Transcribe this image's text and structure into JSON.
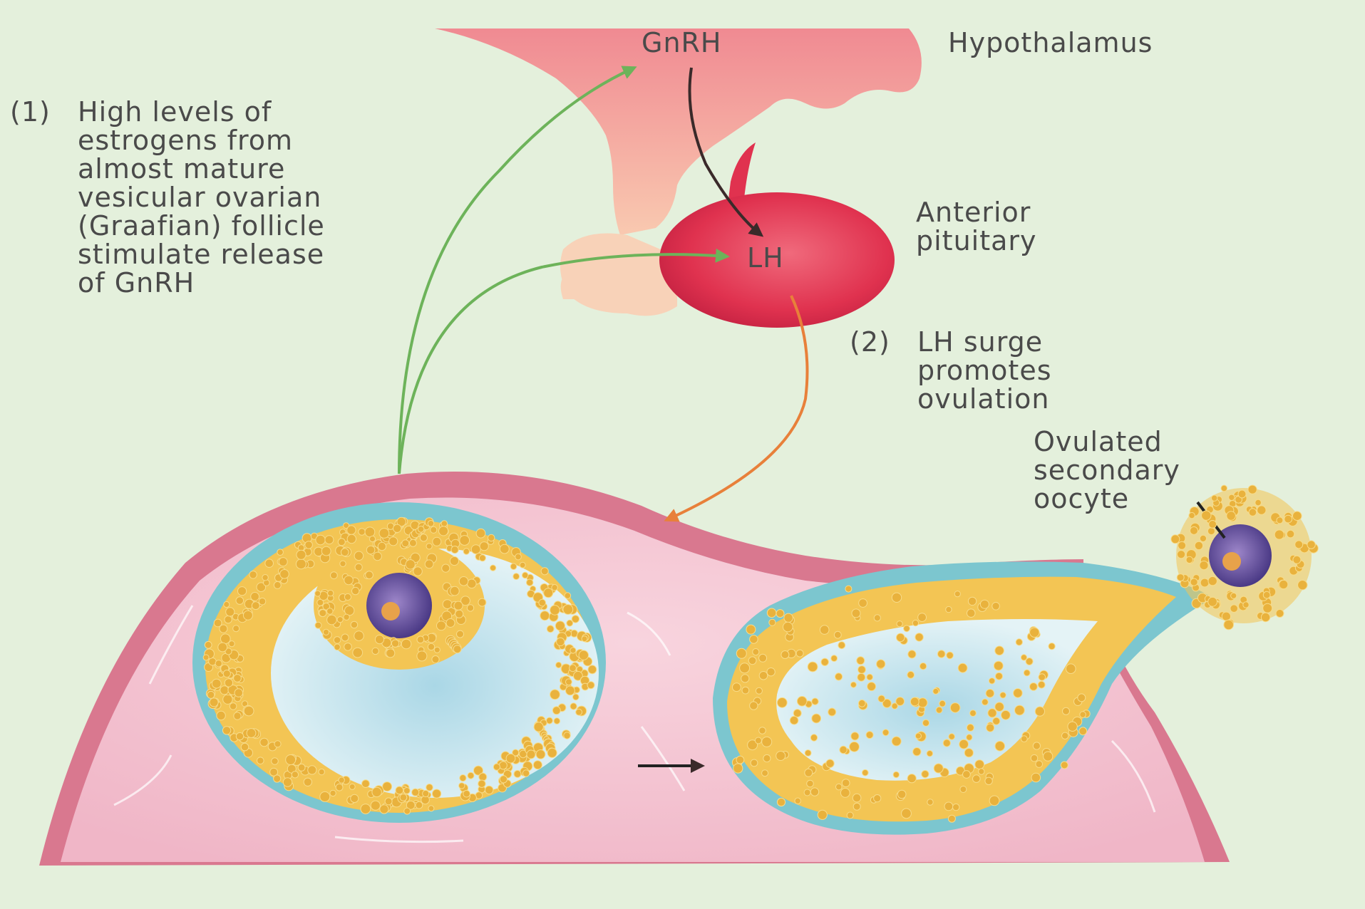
{
  "labels": {
    "gnrh": "GnRH",
    "hypothalamus": "Hypothalamus",
    "lh": "LH",
    "anterior_pituitary": [
      "Anterior",
      "pituitary"
    ],
    "step1": {
      "number": "(1)",
      "lines": [
        "High levels of",
        "estrogens from",
        "almost mature",
        "vesicular ovarian",
        "(Graafian) follicle",
        "stimulate release",
        "of GnRH"
      ]
    },
    "step2": {
      "number": "(2)",
      "lines": [
        "LH surge",
        "promotes",
        "ovulation"
      ]
    },
    "oocyte": [
      "Ovulated",
      "secondary",
      "oocyte"
    ]
  },
  "colors": {
    "background": "#e4f0dc",
    "stimulation_arrow": "#6db35a",
    "lh_arrow": "#e8803a",
    "hypothalamus_tissue": "#f2a6a8",
    "pituitary_tissue": "#e0324f",
    "granulosa_cells": "#f2c150",
    "follicular_fluid": "#cfe9f0",
    "ovary_tissue": "#f3c6d3"
  }
}
